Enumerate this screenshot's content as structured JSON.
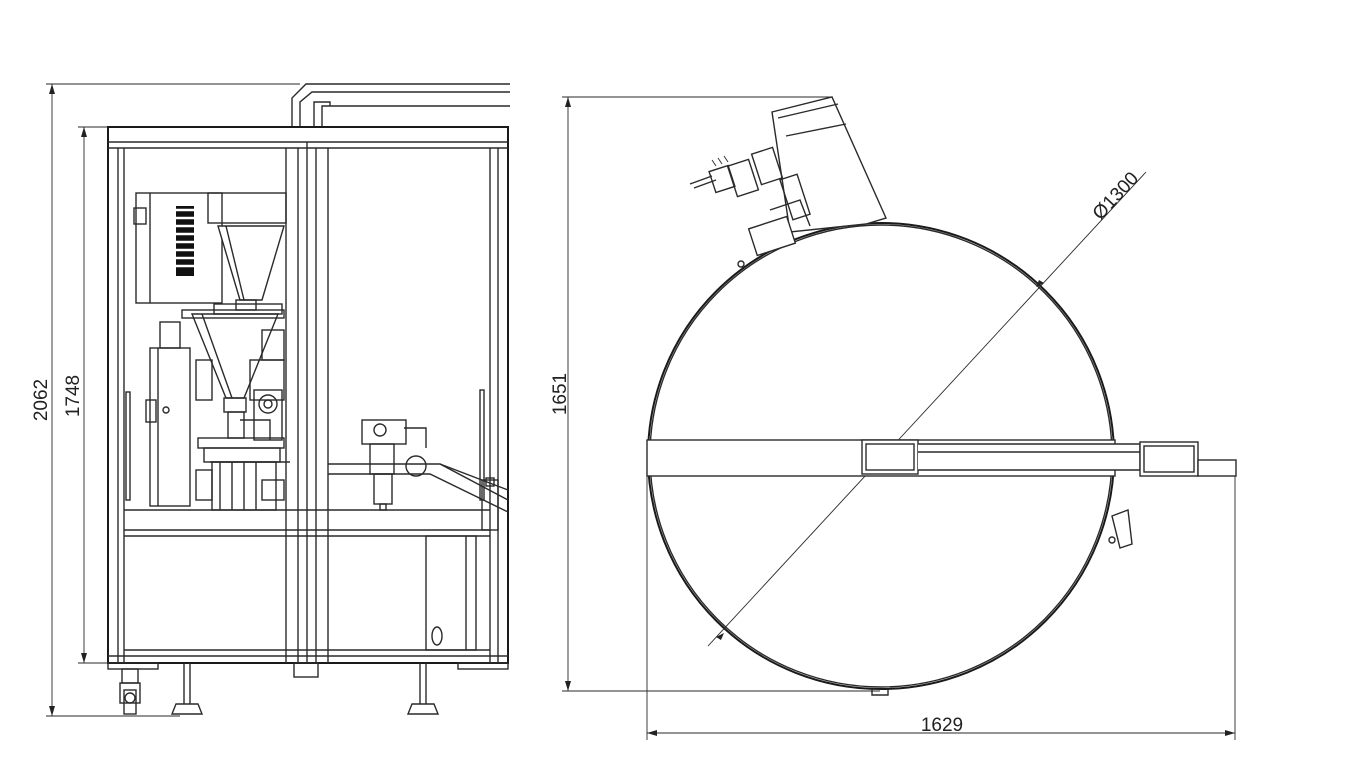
{
  "dimensions": {
    "overall_height": "2062",
    "cabinet_height": "1748",
    "plan_depth": "1651",
    "plan_width": "1629",
    "table_diameter": "Ø1300"
  }
}
